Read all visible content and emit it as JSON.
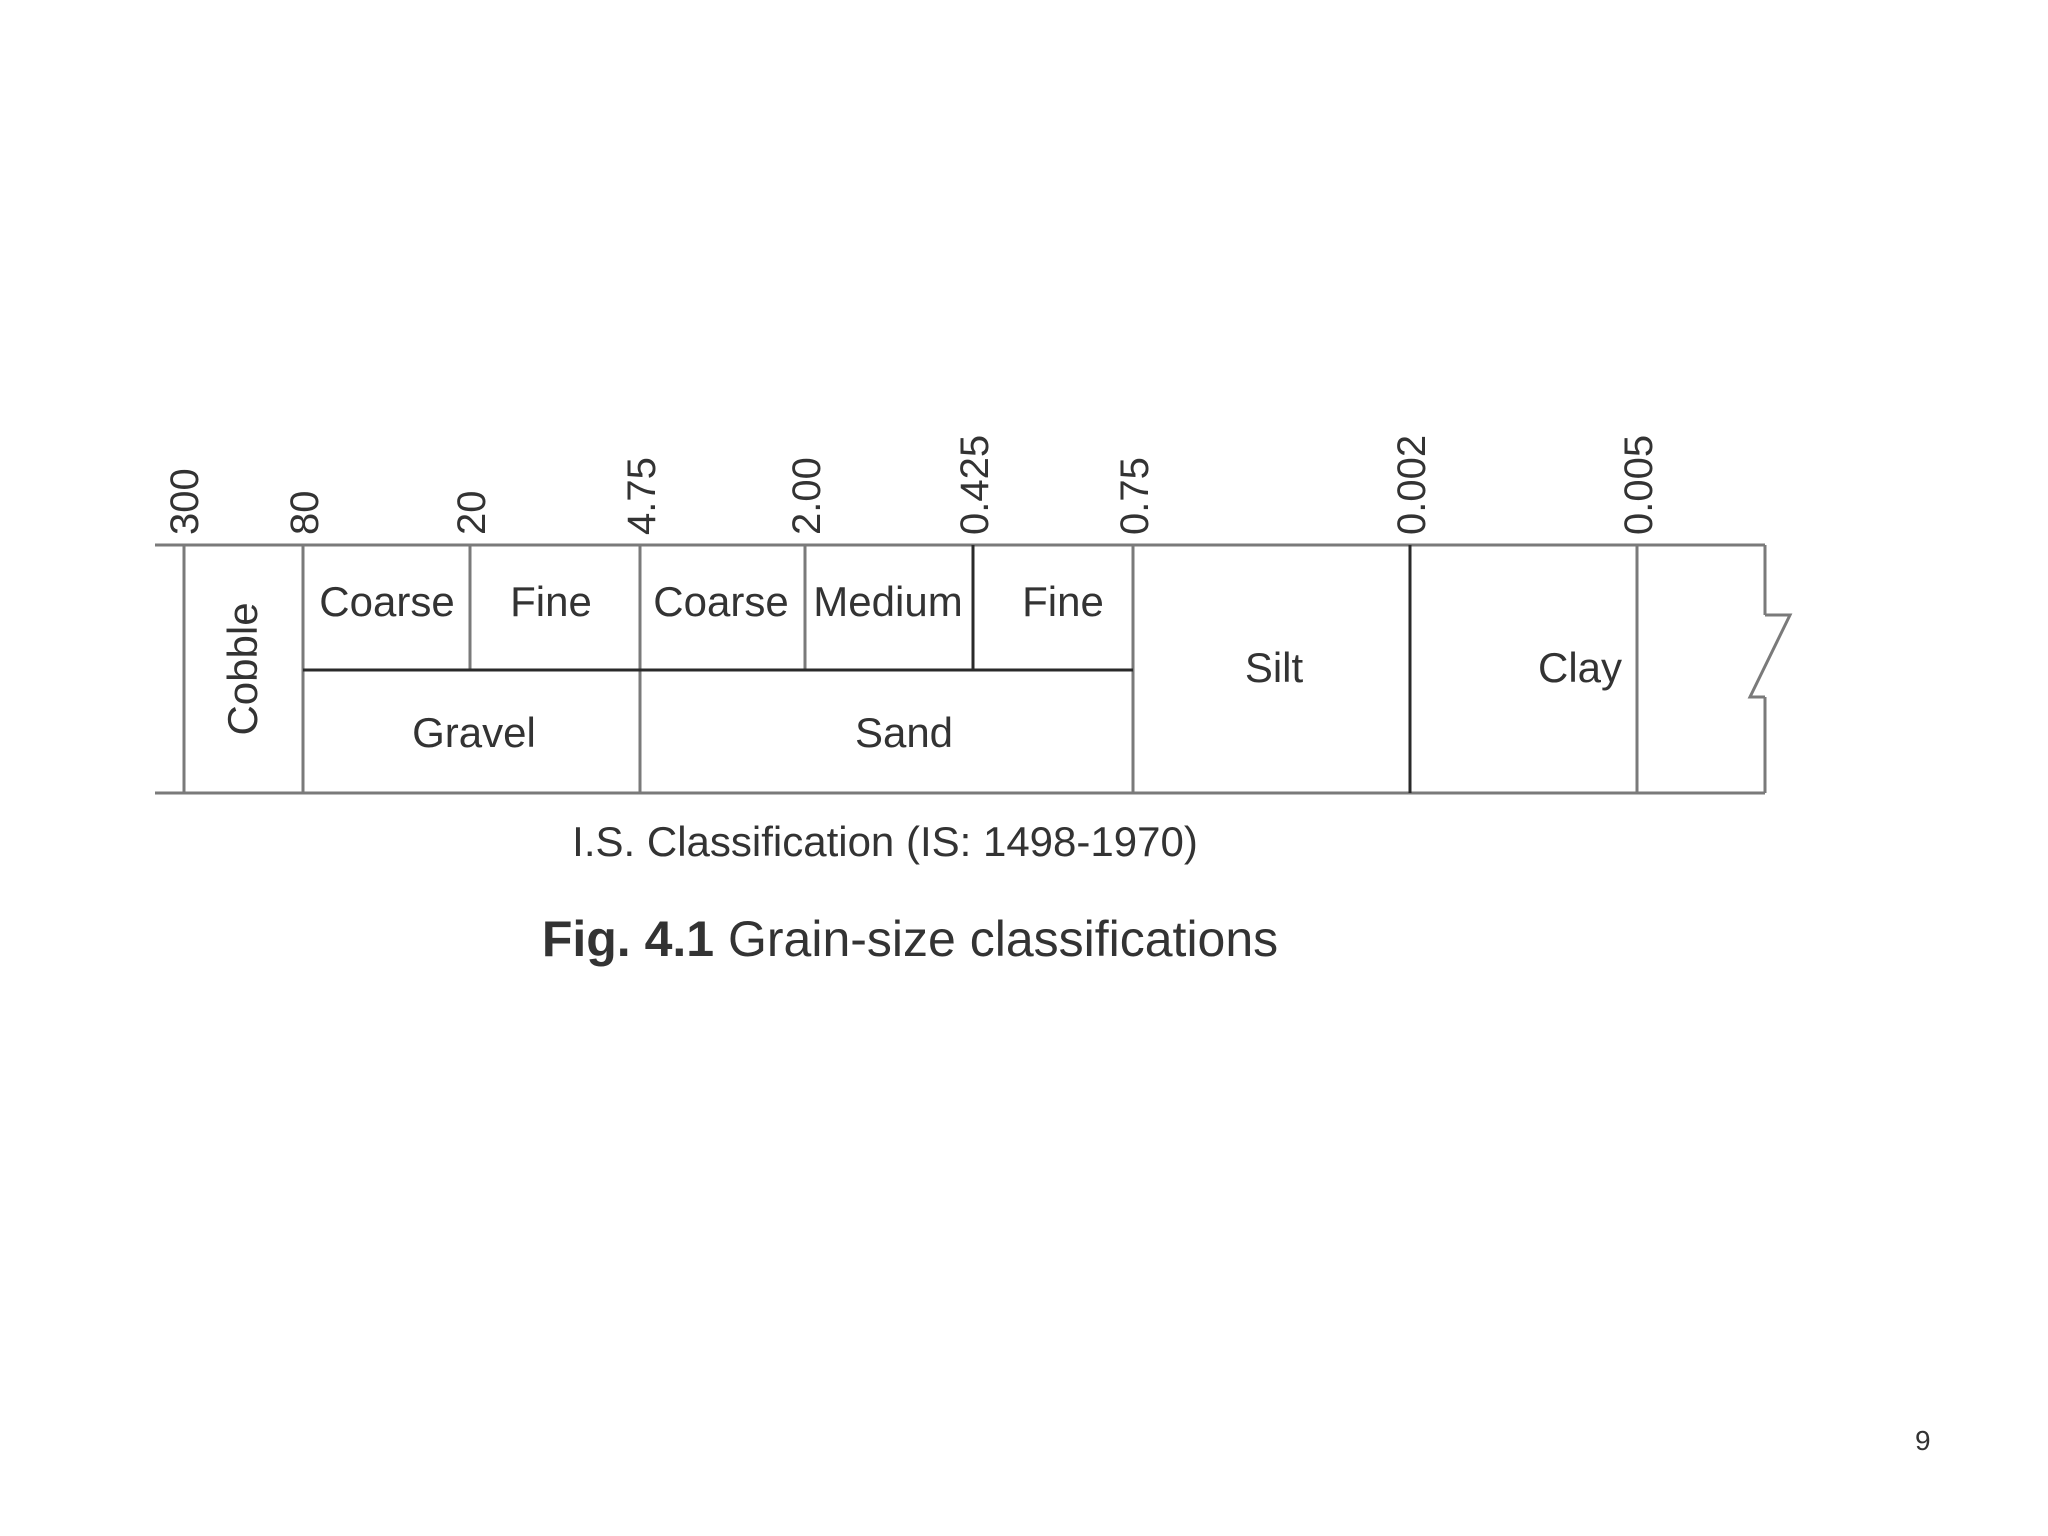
{
  "diagram": {
    "tick_labels": [
      "300",
      "80",
      "20",
      "4.75",
      "2.00",
      "0.425",
      "0.75",
      "0.002",
      "0.005"
    ],
    "cells": {
      "cobble": "Cobble",
      "gravel_coarse": "Coarse",
      "gravel_fine": "Fine",
      "sand_coarse": "Coarse",
      "sand_medium": "Medium",
      "sand_fine": "Fine",
      "gravel": "Gravel",
      "sand": "Sand",
      "silt": "Silt",
      "clay": "Clay"
    }
  },
  "classification_caption": "I.S. Classification (IS: 1498-1970)",
  "figure_caption": {
    "number": "Fig. 4.1",
    "text": "Grain-size classifications"
  },
  "page_number": "9"
}
